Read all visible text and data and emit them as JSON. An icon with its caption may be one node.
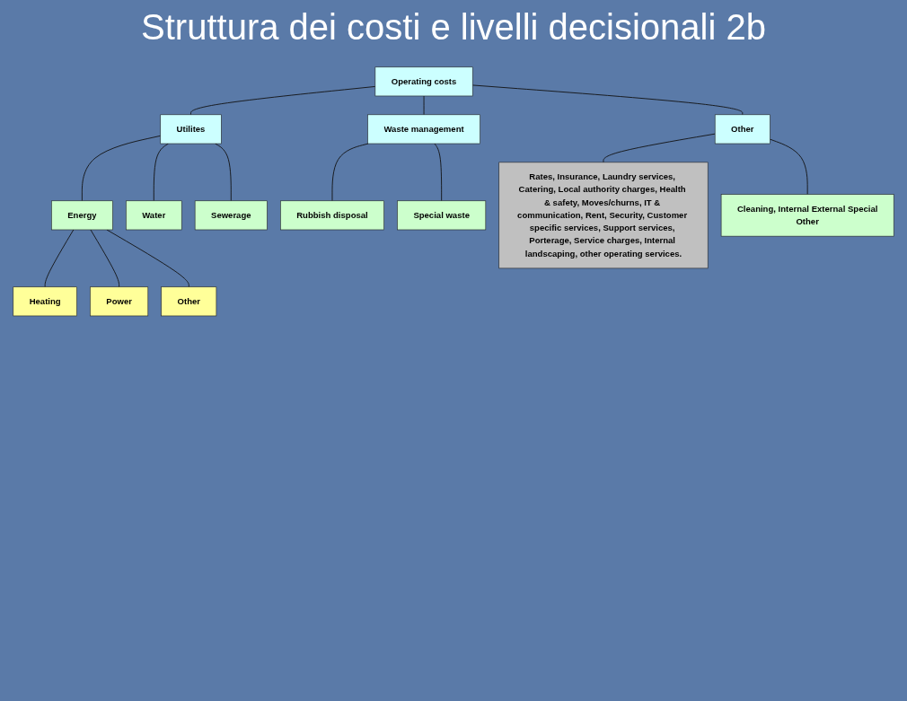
{
  "diagram": {
    "title": "Struttura dei costi e livelli decisionali 2b",
    "nodes": [
      {
        "text": [
          "Operating costs"
        ]
      },
      {
        "text": [
          "Utilites"
        ]
      },
      {
        "text": [
          "Waste management"
        ]
      },
      {
        "text": [
          "Other"
        ]
      },
      {
        "text": [
          "Energy"
        ]
      },
      {
        "text": [
          "Heating"
        ]
      },
      {
        "text": [
          "Power"
        ]
      },
      {
        "text": [
          "Other"
        ]
      },
      {
        "text": [
          "Water"
        ]
      },
      {
        "text": [
          "Sewerage"
        ]
      },
      {
        "text": [
          "Rubbish disposal"
        ]
      },
      {
        "text": [
          "Special waste"
        ]
      },
      {
        "text": [
          "Rates, Insurance, Laundry services, Catering, Local authority charges, Health & safety, Moves/churns, IT & communication, Rent, Security, Customer specific services, Support services, Porterage, Service charges, Internal landscaping, other operating services."
        ]
      },
      {
        "text": [
          "Cleaning, Internal External Special",
          "Other"
        ]
      }
    ],
    "edges": [
      {
        "from": 0,
        "to": 1,
        "arrow": "none"
      },
      {
        "from": 0,
        "to": 2,
        "arrow": "none"
      },
      {
        "from": 0,
        "to": 3,
        "arrow": "none"
      },
      {
        "from": 1,
        "to": 4,
        "arrow": "none"
      },
      {
        "from": 4,
        "to": 5,
        "arrow": "none"
      },
      {
        "from": 4,
        "to": 6,
        "arrow": "none"
      },
      {
        "from": 4,
        "to": 7,
        "arrow": "none"
      },
      {
        "from": 1,
        "to": 8,
        "arrow": "none"
      },
      {
        "from": 1,
        "to": 9,
        "arrow": "none"
      },
      {
        "from": 2,
        "to": 10,
        "arrow": "none"
      },
      {
        "from": 2,
        "to": 11,
        "arrow": "none"
      },
      {
        "from": 3,
        "to": 12,
        "arrow": "none"
      },
      {
        "from": 3,
        "to": 13,
        "arrow": "none"
      }
    ]
  }
}
